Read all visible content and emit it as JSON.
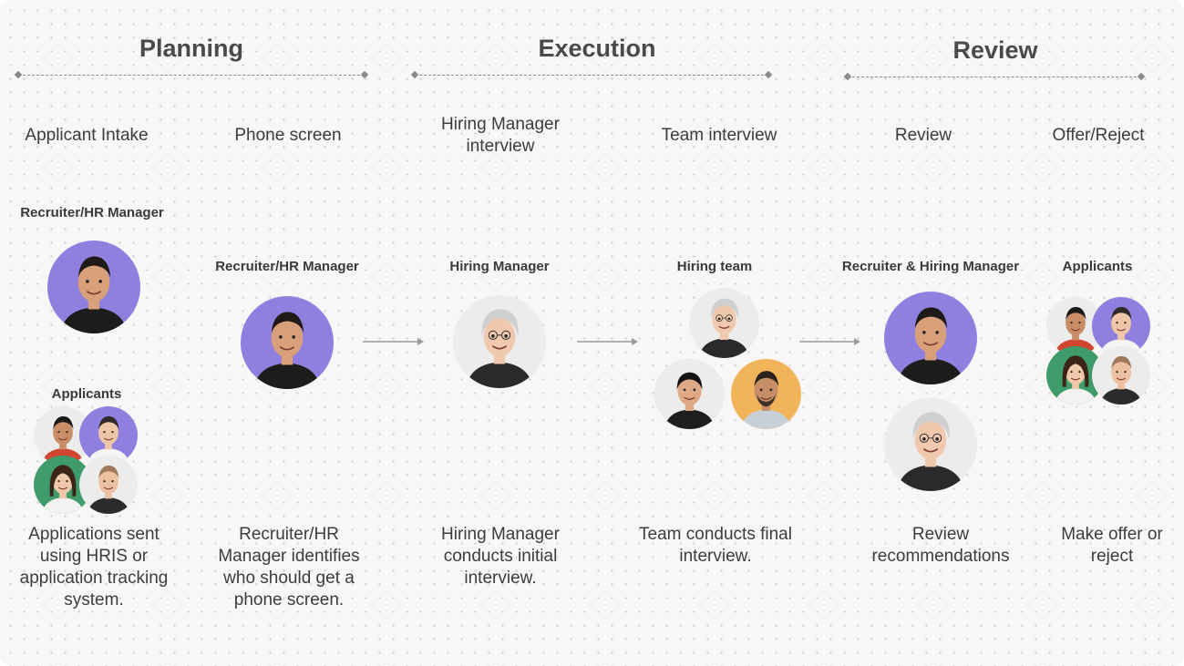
{
  "phases": [
    {
      "title": "Planning"
    },
    {
      "title": "Execution"
    },
    {
      "title": "Review"
    }
  ],
  "stages": [
    {
      "title": "Applicant Intake",
      "description": "Applications sent using HRIS or application tracking system."
    },
    {
      "title": "Phone screen",
      "description": "Recruiter/HR Manager identifies who should get a phone screen."
    },
    {
      "title": "Hiring Manager interview",
      "description": "Hiring Manager conducts initial interview."
    },
    {
      "title": "Team interview",
      "description": "Team conducts final interview."
    },
    {
      "title": "Review",
      "description": "Review recommendations"
    },
    {
      "title": "Offer/Reject",
      "description": "Make offer or reject"
    }
  ],
  "roles": {
    "intake_recruiter": "Recruiter/HR Manager",
    "intake_applicants": "Applicants",
    "phone_screen": "Recruiter/HR Manager",
    "hm_interview": "Hiring Manager",
    "team_interview": "Hiring team",
    "review": "Recruiter & Hiring Manager",
    "offer": "Applicants"
  },
  "colors": {
    "purple": "#8f80e0",
    "orange": "#f2b45a",
    "green": "#3f9b6a",
    "red": "#d2452f",
    "light": "#ececec"
  },
  "icons": {
    "avatar": "person-avatar-icon",
    "arrow": "arrow-right-icon"
  }
}
